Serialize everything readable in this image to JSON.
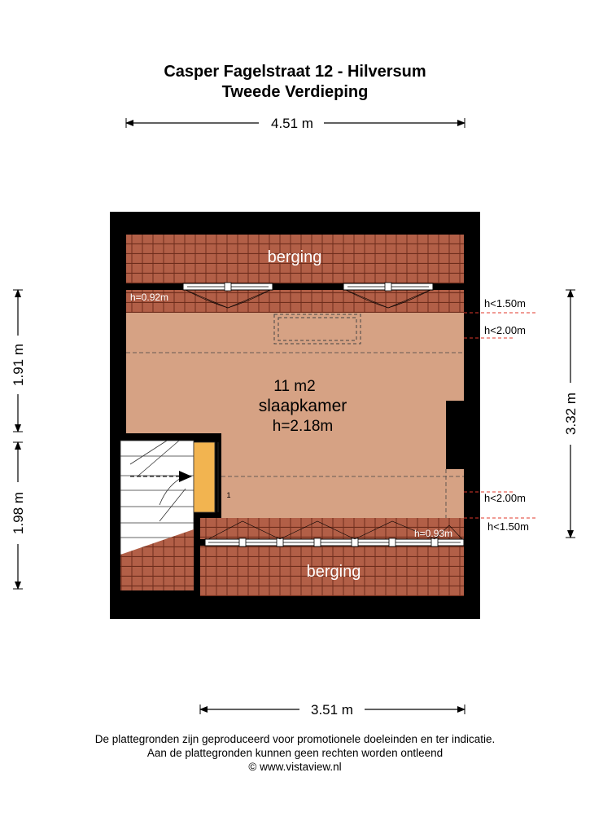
{
  "header": {
    "address": "Casper Fagelstraat 12 - Hilversum",
    "floor": "Tweede Verdieping"
  },
  "dimensions": {
    "top_width": "4.51 m",
    "bottom_width": "3.51 m",
    "left_upper": "1.91 m",
    "left_lower": "1.98 m",
    "right_depth": "3.32 m"
  },
  "rooms": {
    "storage_top": "berging",
    "storage_bottom": "berging",
    "bedroom_area": "11 m2",
    "bedroom_name": "slaapkamer",
    "bedroom_height": "h=2.18m"
  },
  "heights": {
    "top_knee": "h=0.92m",
    "bottom_knee": "h=0.93m",
    "right_top_150": "h<1.50m",
    "right_top_200": "h<2.00m",
    "right_bottom_200": "h<2.00m",
    "right_bottom_150": "h<1.50m"
  },
  "stair_step_number": "1",
  "colors": {
    "wall": "#000000",
    "roof_tile": "#b25f47",
    "roof_line": "#6e2d1c",
    "floor": "#d6a284",
    "stair_landing": "#f2b450",
    "height_marker": "#e0392b"
  },
  "footer": {
    "line1": "De plattegronden zijn geproduceerd voor promotionele doeleinden en ter indicatie.",
    "line2": "Aan de plattegronden kunnen geen rechten worden ontleend",
    "line3": "© www.vistaview.nl"
  }
}
